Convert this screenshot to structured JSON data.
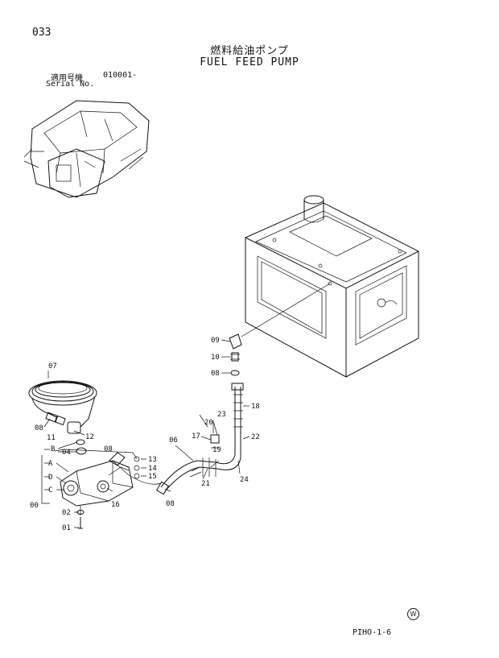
{
  "header": {
    "page_number": "033",
    "title_jp": "燃料給油ポンプ",
    "title_en": "FUEL FEED PUMP",
    "serial_label_jp": "適用号機",
    "serial_value": "010001-",
    "serial_label_en": "Serial No."
  },
  "footer": {
    "sheet_code": "PIHO-1-6",
    "mark": "W"
  },
  "callouts": [
    "07",
    "08",
    "11",
    "12",
    "B",
    "04",
    "A",
    "D",
    "C",
    "00",
    "02",
    "01",
    "08",
    "13",
    "14",
    "15",
    "16",
    "06",
    "08",
    "17",
    "20",
    "23",
    "19",
    "21",
    "22",
    "24",
    "18",
    "09",
    "10",
    "08"
  ]
}
